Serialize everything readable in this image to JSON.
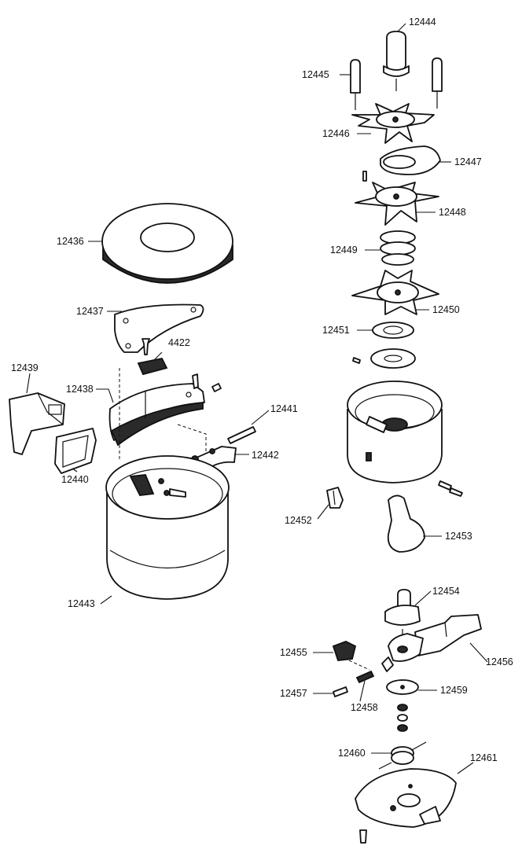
{
  "diagram": {
    "labels": {
      "p12436": "12436",
      "p12437": "12437",
      "p4422": "4422",
      "p12439": "12439",
      "p12438": "12438",
      "p12441": "12441",
      "p12442": "12442",
      "p12440": "12440",
      "p12443": "12443",
      "p12444": "12444",
      "p12445": "12445",
      "p12446": "12446",
      "p12447": "12447",
      "p12448": "12448",
      "p12449": "12449",
      "p12450": "12450",
      "p12451": "12451",
      "p12452": "12452",
      "p12453": "12453",
      "p12454": "12454",
      "p12455": "12455",
      "p12456": "12456",
      "p12457": "12457",
      "p12458": "12458",
      "p12459": "12459",
      "p12460": "12460",
      "p12461": "12461"
    }
  }
}
